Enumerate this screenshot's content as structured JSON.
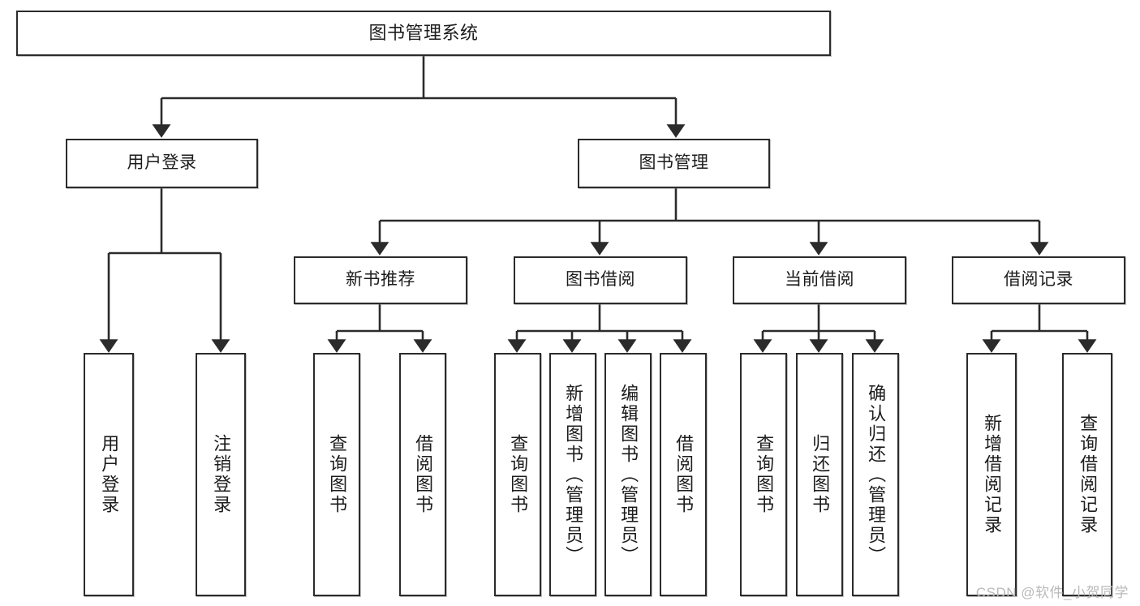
{
  "diagram": {
    "type": "tree-hierarchy",
    "title": "图书管理系统",
    "root": {
      "id": "root",
      "label": "图书管理系统"
    },
    "level2": [
      {
        "id": "user-login",
        "label": "用户登录"
      },
      {
        "id": "book-manage",
        "label": "图书管理"
      }
    ],
    "level3": [
      {
        "id": "new-book-rec",
        "label": "新书推荐",
        "parent": "book-manage"
      },
      {
        "id": "book-borrow",
        "label": "图书借阅",
        "parent": "book-manage"
      },
      {
        "id": "current-borrow",
        "label": "当前借阅",
        "parent": "book-manage"
      },
      {
        "id": "borrow-record",
        "label": "借阅记录",
        "parent": "book-manage"
      }
    ],
    "leaves": [
      {
        "id": "leaf-user-login",
        "label": "用户登录",
        "parent": "user-login"
      },
      {
        "id": "leaf-logout",
        "label": "注销登录",
        "parent": "user-login"
      },
      {
        "id": "leaf-query-book-1",
        "label": "查询图书",
        "parent": "new-book-rec"
      },
      {
        "id": "leaf-borrow-book-1",
        "label": "借阅图书",
        "parent": "new-book-rec"
      },
      {
        "id": "leaf-query-book-2",
        "label": "查询图书",
        "parent": "book-borrow"
      },
      {
        "id": "leaf-add-book",
        "label": "新增图书（管理员）",
        "parent": "book-borrow"
      },
      {
        "id": "leaf-edit-book",
        "label": "编辑图书（管理员）",
        "parent": "book-borrow"
      },
      {
        "id": "leaf-borrow-book-2",
        "label": "借阅图书",
        "parent": "book-borrow"
      },
      {
        "id": "leaf-query-book-3",
        "label": "查询图书",
        "parent": "current-borrow"
      },
      {
        "id": "leaf-return-book",
        "label": "归还图书",
        "parent": "current-borrow"
      },
      {
        "id": "leaf-confirm-return",
        "label": "确认归还（管理员）",
        "parent": "current-borrow"
      },
      {
        "id": "leaf-add-record",
        "label": "新增借阅记录",
        "parent": "borrow-record"
      },
      {
        "id": "leaf-query-record",
        "label": "查询借阅记录",
        "parent": "borrow-record"
      }
    ],
    "colors": {
      "border": "#2b2b2b",
      "background": "#ffffff",
      "text": "#1c1c1c",
      "edge": "#2b2b2b",
      "watermark": "#b9b9b9"
    }
  },
  "watermark": {
    "text": "CSDN @软件_小贺同学"
  }
}
